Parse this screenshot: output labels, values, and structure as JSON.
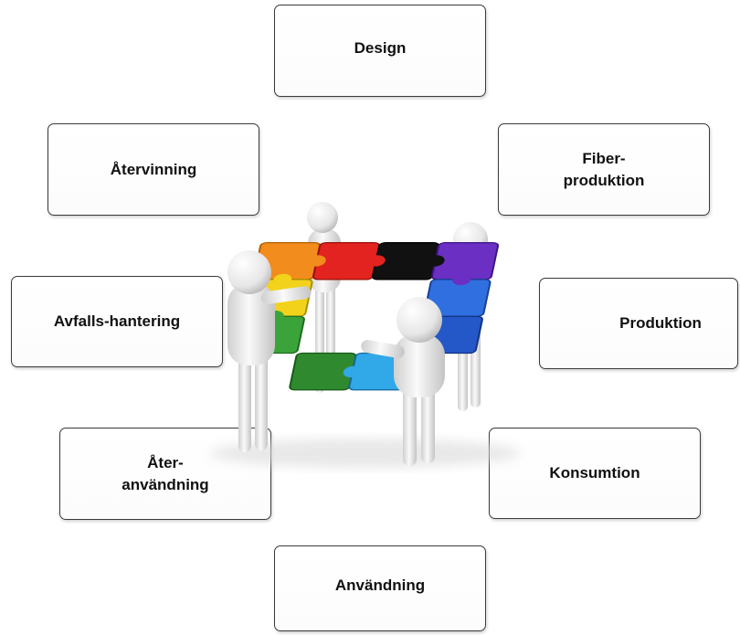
{
  "diagram": {
    "stages": [
      {
        "id": "design",
        "label": "Design"
      },
      {
        "id": "fiber",
        "label": "Fiber-\nproduktion"
      },
      {
        "id": "produktion",
        "label": "Produktion"
      },
      {
        "id": "konsumtion",
        "label": "Konsumtion"
      },
      {
        "id": "anvandning",
        "label": "Användning"
      },
      {
        "id": "ater",
        "label": "Åter-\nanvändning"
      },
      {
        "id": "avfall",
        "label": "Avfalls-hantering"
      },
      {
        "id": "atervinning",
        "label": "Återvinning"
      }
    ],
    "illustration": {
      "subject": "four figures holding a square of connected puzzle pieces",
      "piece_colors": [
        "#f2d21b",
        "#f28c1c",
        "#e3231f",
        "#111111",
        "#6b2fc4",
        "#2f6fe0",
        "#31a8e8",
        "#3aa43a"
      ]
    }
  }
}
